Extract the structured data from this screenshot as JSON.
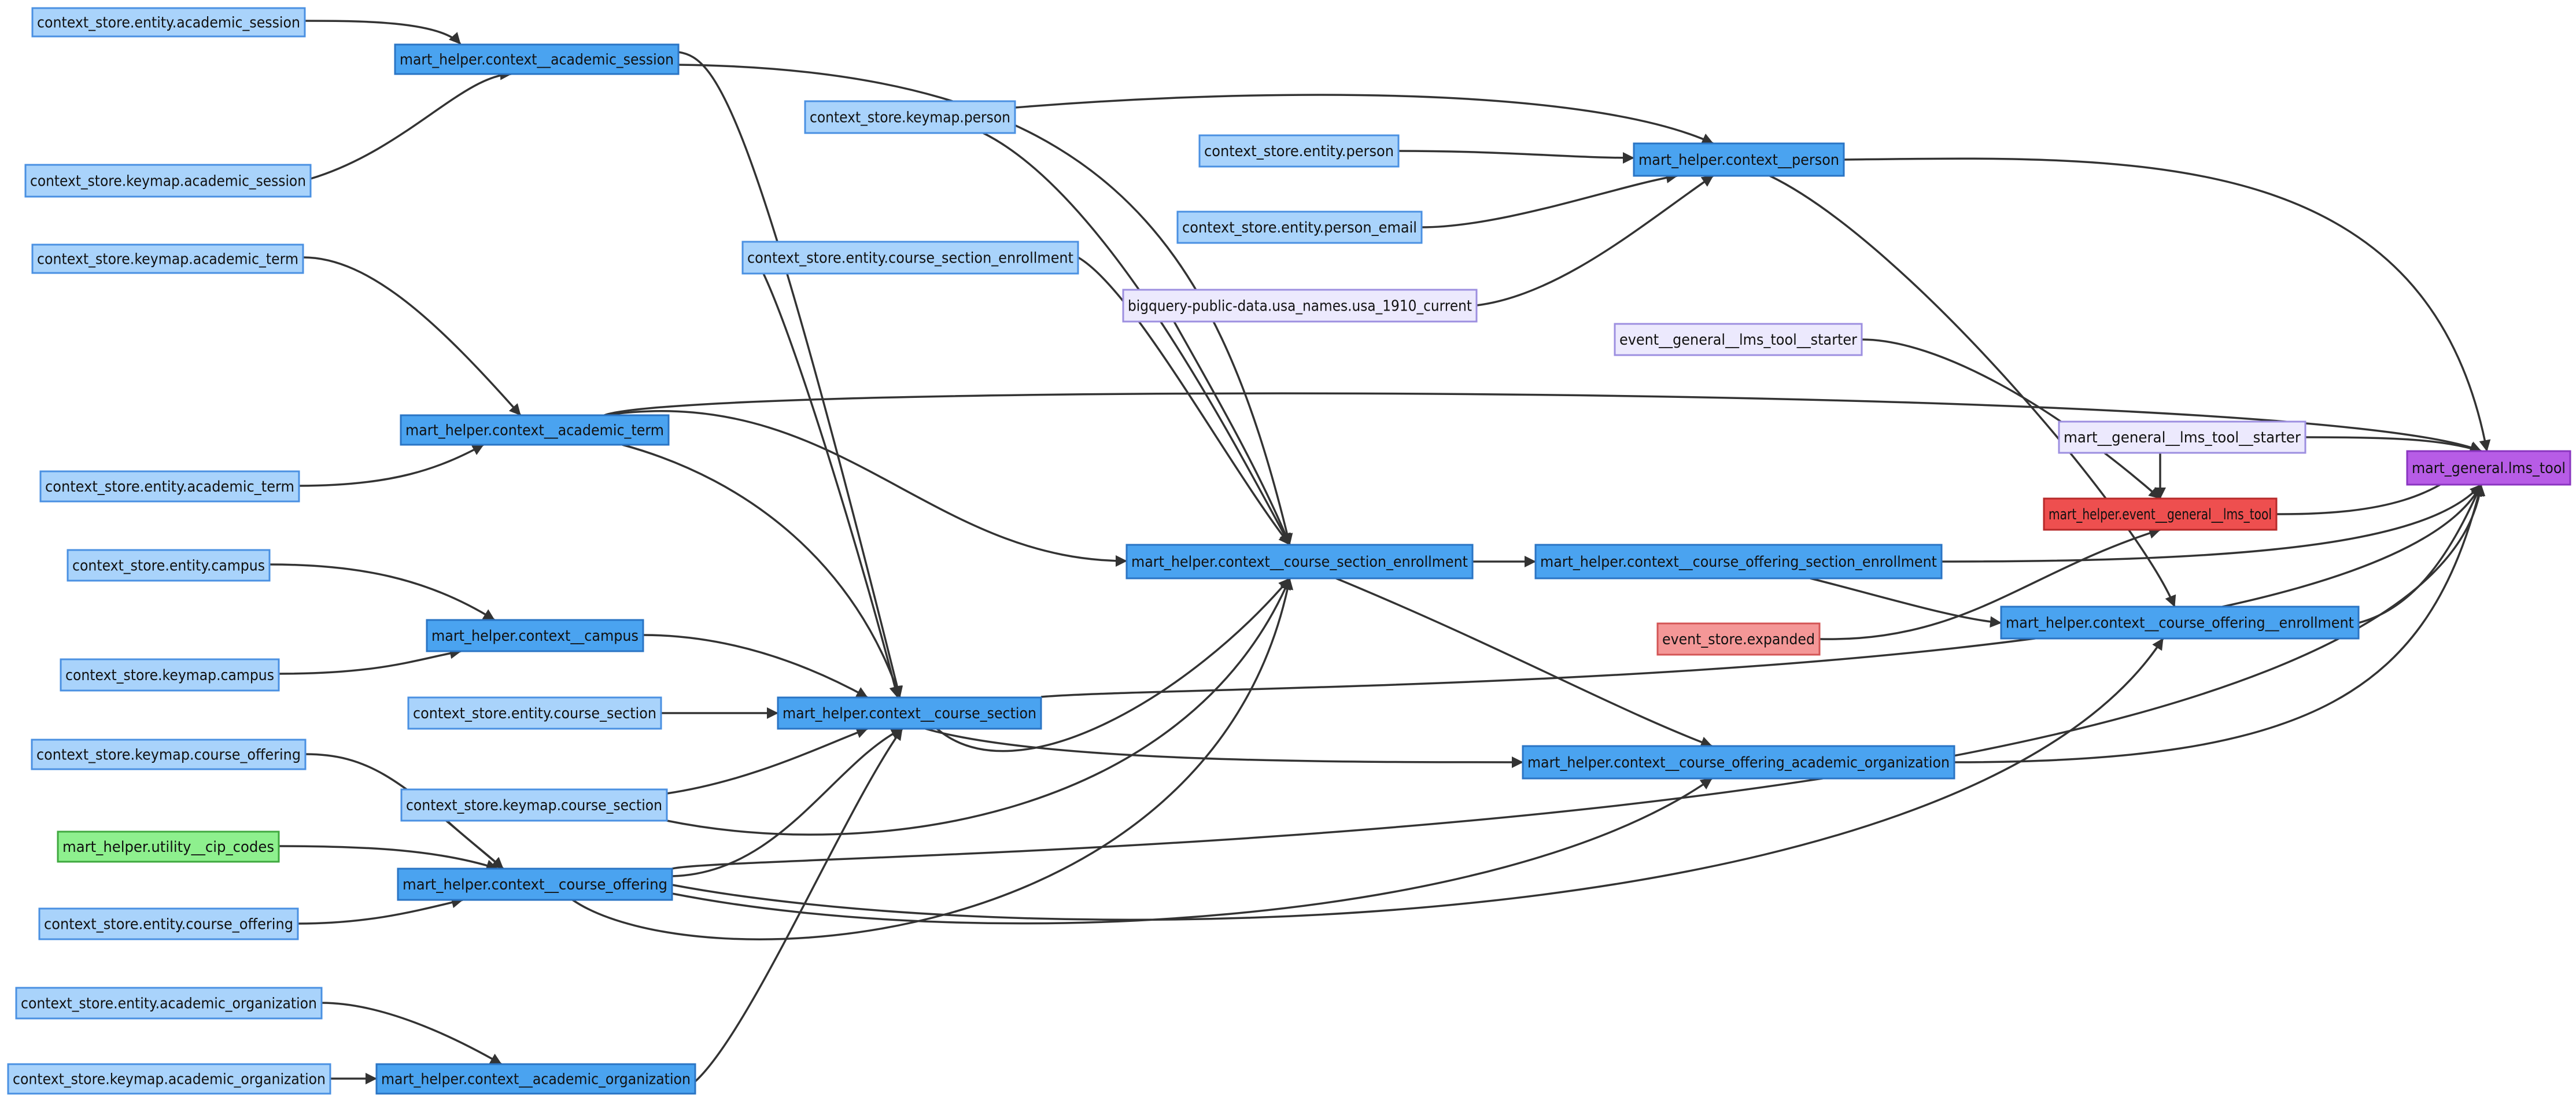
{
  "diagram": {
    "colors": {
      "source": "#a9d3fb",
      "source_border": "#4a90e2",
      "helper": "#4aa3f0",
      "helper_border": "#2a74c4",
      "external": "#ece9fd",
      "external_border": "#9d8fe0",
      "utility": "#8ef08e",
      "utility_border": "#3fa83f",
      "event_helper": "#ee4f4f",
      "event_helper_border": "#b72a2a",
      "event_store": "#f49797",
      "event_store_border": "#d35555",
      "final": "#b75ce6",
      "final_border": "#8a35c0",
      "edge": "#333333"
    },
    "nodes": [
      {
        "id": "n1",
        "label": "context_store.entity.academic_session",
        "kind": "source"
      },
      {
        "id": "n2",
        "label": "mart_helper.context__academic_session",
        "kind": "helper"
      },
      {
        "id": "n3",
        "label": "context_store.keymap.academic_session",
        "kind": "source"
      },
      {
        "id": "n4",
        "label": "context_store.keymap.academic_term",
        "kind": "source"
      },
      {
        "id": "n5",
        "label": "mart_helper.context__academic_term",
        "kind": "helper"
      },
      {
        "id": "n6",
        "label": "context_store.entity.academic_term",
        "kind": "source"
      },
      {
        "id": "n7",
        "label": "context_store.entity.campus",
        "kind": "source"
      },
      {
        "id": "n8",
        "label": "mart_helper.context__campus",
        "kind": "helper"
      },
      {
        "id": "n9",
        "label": "context_store.keymap.campus",
        "kind": "source"
      },
      {
        "id": "n10",
        "label": "context_store.keymap.course_offering",
        "kind": "source"
      },
      {
        "id": "n11",
        "label": "context_store.keymap.course_section",
        "kind": "source"
      },
      {
        "id": "n12",
        "label": "mart_helper.utility__cip_codes",
        "kind": "utility"
      },
      {
        "id": "n13",
        "label": "mart_helper.context__course_offering",
        "kind": "helper"
      },
      {
        "id": "n14",
        "label": "context_store.entity.course_offering",
        "kind": "source"
      },
      {
        "id": "n15",
        "label": "context_store.entity.academic_organization",
        "kind": "source"
      },
      {
        "id": "n16",
        "label": "context_store.keymap.academic_organization",
        "kind": "source"
      },
      {
        "id": "n17",
        "label": "mart_helper.context__academic_organization",
        "kind": "helper"
      },
      {
        "id": "n18",
        "label": "context_store.keymap.person",
        "kind": "source"
      },
      {
        "id": "n19",
        "label": "context_store.entity.course_section_enrollment",
        "kind": "source"
      },
      {
        "id": "n20",
        "label": "context_store.entity.course_section",
        "kind": "source"
      },
      {
        "id": "n21",
        "label": "mart_helper.context__course_section",
        "kind": "helper"
      },
      {
        "id": "n22",
        "label": "context_store.entity.person",
        "kind": "source"
      },
      {
        "id": "n23",
        "label": "context_store.entity.person_email",
        "kind": "source"
      },
      {
        "id": "n24",
        "label": "bigquery-public-data.usa_names.usa_1910_current",
        "kind": "external"
      },
      {
        "id": "n25",
        "label": "mart_helper.context__person",
        "kind": "helper"
      },
      {
        "id": "n26",
        "label": "mart_helper.context__course_section_enrollment",
        "kind": "helper"
      },
      {
        "id": "n27",
        "label": "mart_helper.context__course_offering_section_enrollment",
        "kind": "helper"
      },
      {
        "id": "n28",
        "label": "mart_helper.context__course_offering_academic_organization",
        "kind": "helper"
      },
      {
        "id": "n29",
        "label": "event__general__lms_tool__starter",
        "kind": "external"
      },
      {
        "id": "n30",
        "label": "mart__general__lms_tool__starter",
        "kind": "external"
      },
      {
        "id": "n31",
        "label": "mart_helper.event__general__lms_tool",
        "kind": "event_helper"
      },
      {
        "id": "n32",
        "label": "event_store.expanded",
        "kind": "event_store"
      },
      {
        "id": "n33",
        "label": "mart_helper.context__course_offering__enrollment",
        "kind": "helper"
      },
      {
        "id": "n34",
        "label": "mart_general.lms_tool",
        "kind": "final"
      }
    ],
    "edges": [
      [
        "n1",
        "n2"
      ],
      [
        "n3",
        "n2"
      ],
      [
        "n4",
        "n5"
      ],
      [
        "n6",
        "n5"
      ],
      [
        "n7",
        "n8"
      ],
      [
        "n9",
        "n8"
      ],
      [
        "n10",
        "n13"
      ],
      [
        "n11",
        "n13"
      ],
      [
        "n12",
        "n13"
      ],
      [
        "n14",
        "n13"
      ],
      [
        "n15",
        "n17"
      ],
      [
        "n16",
        "n17"
      ],
      [
        "n2",
        "n21"
      ],
      [
        "n5",
        "n21"
      ],
      [
        "n8",
        "n21"
      ],
      [
        "n13",
        "n21"
      ],
      [
        "n17",
        "n21"
      ],
      [
        "n20",
        "n21"
      ],
      [
        "n11",
        "n21"
      ],
      [
        "n19",
        "n21"
      ],
      [
        "n2",
        "n26"
      ],
      [
        "n18",
        "n26"
      ],
      [
        "n19",
        "n26"
      ],
      [
        "n24",
        "n26"
      ],
      [
        "n5",
        "n26"
      ],
      [
        "n21",
        "n26"
      ],
      [
        "n11",
        "n26"
      ],
      [
        "n13",
        "n26"
      ],
      [
        "n18",
        "n25"
      ],
      [
        "n22",
        "n25"
      ],
      [
        "n23",
        "n25"
      ],
      [
        "n24",
        "n25"
      ],
      [
        "n26",
        "n27"
      ],
      [
        "n26",
        "n28"
      ],
      [
        "n21",
        "n28"
      ],
      [
        "n13",
        "n28"
      ],
      [
        "n27",
        "n33"
      ],
      [
        "n25",
        "n33"
      ],
      [
        "n13",
        "n33"
      ],
      [
        "n29",
        "n31"
      ],
      [
        "n30",
        "n31"
      ],
      [
        "n32",
        "n31"
      ],
      [
        "n25",
        "n34"
      ],
      [
        "n5",
        "n34"
      ],
      [
        "n30",
        "n34"
      ],
      [
        "n31",
        "n34"
      ],
      [
        "n27",
        "n34"
      ],
      [
        "n33",
        "n34"
      ],
      [
        "n21",
        "n34"
      ],
      [
        "n28",
        "n34"
      ],
      [
        "n13",
        "n34"
      ]
    ]
  }
}
